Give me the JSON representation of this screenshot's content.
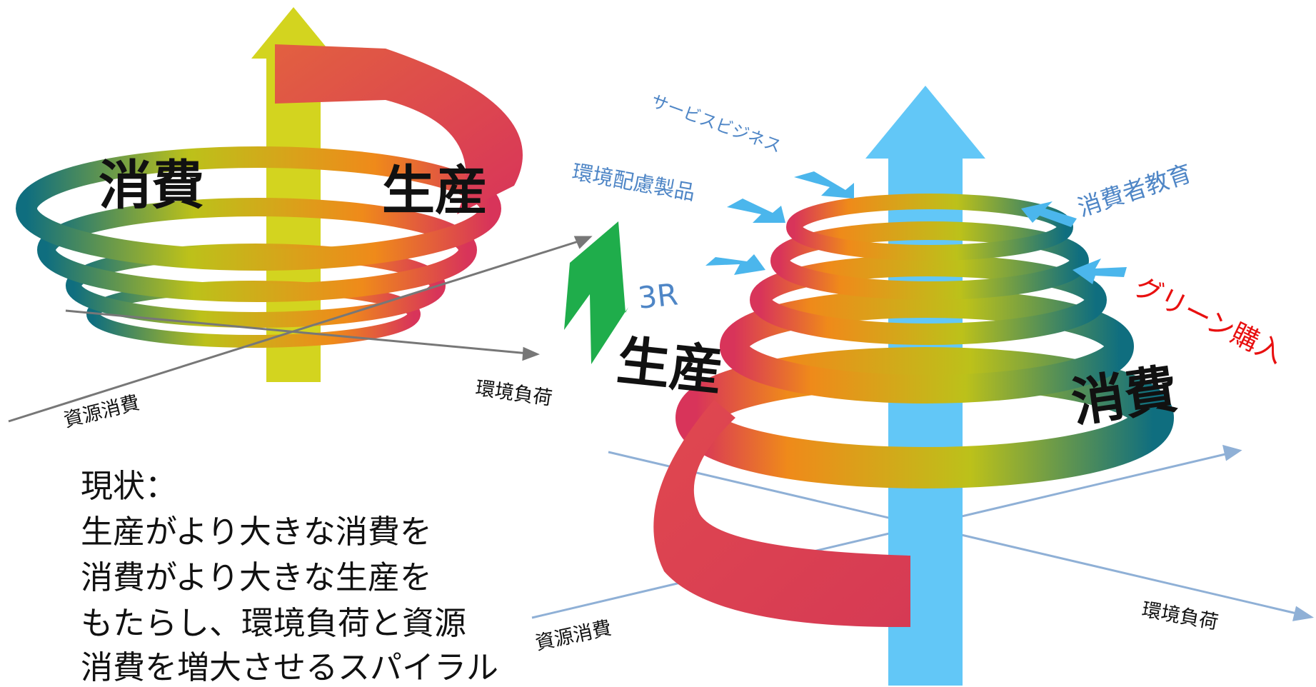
{
  "left_panel": {
    "consumption_label": "消費",
    "production_label": "生産",
    "resource_axis_label": "資源消費",
    "environment_axis_label": "環境負荷",
    "caption": [
      "現状：",
      "生産がより大きな消費を",
      "消費がより大きな生産を",
      "もたらし、環境負荷と資源",
      "消費を増大させるスパイラル"
    ]
  },
  "right_panel": {
    "production_label": "生産",
    "consumption_label": "消費",
    "resource_axis_label": "資源消費",
    "environment_axis_label": "環境負荷",
    "inputs": {
      "service_business": "サービスビジネス",
      "eco_products": "環境配慮製品",
      "three_r": "3R",
      "consumer_education": "消費者教育",
      "green_purchasing": "グリーン購入"
    }
  },
  "colors": {
    "left_arrow": "#d3d41f",
    "right_arrow": "#62c7f7",
    "transition_arrow": "#1fad4b",
    "input_arrows": "#4bb6ec",
    "label_blue": "#4f86c6",
    "label_red": "#e81010",
    "spiral_gradient": [
      "#0f6e7f",
      "#bcc11a",
      "#ef8a1a",
      "#d8345a"
    ]
  }
}
